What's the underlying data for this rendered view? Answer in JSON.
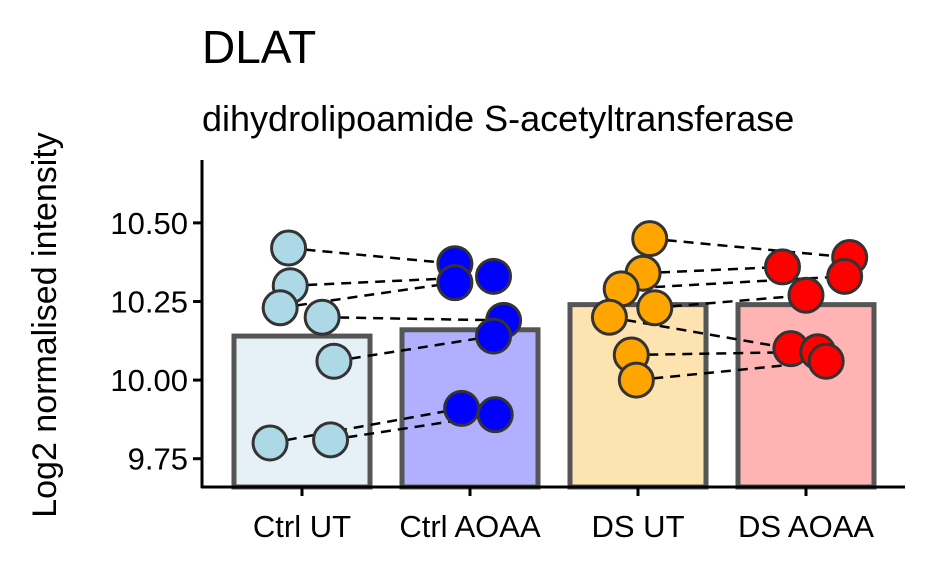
{
  "chart_data": {
    "type": "bar",
    "title": "DLAT",
    "subtitle": "dihydrolipoamide S-acetyltransferase",
    "xlabel": "",
    "ylabel": "Log2 normalised intensity",
    "ylim": [
      9.66,
      10.7
    ],
    "yticks": [
      9.75,
      10.0,
      10.25,
      10.5
    ],
    "ytick_labels": [
      "9.75",
      "10.00",
      "10.25",
      "10.50"
    ],
    "categories": [
      "Ctrl UT",
      "Ctrl AOAA",
      "DS UT",
      "DS AOAA"
    ],
    "values": [
      10.14,
      10.16,
      10.24,
      10.24
    ],
    "bar_fill_colors": [
      "#e6f1f7",
      "#b0b0ff",
      "#fde3b0",
      "#ffb3b3"
    ],
    "point_colors": [
      "#add8e6",
      "#0000ff",
      "#ffa500",
      "#ff0000"
    ],
    "bar_outline_color": "#555555",
    "points": [
      [
        10.42,
        10.3,
        10.23,
        10.2,
        10.06,
        9.8,
        9.81
      ],
      [
        10.37,
        10.31,
        10.33,
        10.19,
        10.14,
        9.91,
        9.89
      ],
      [
        10.45,
        10.34,
        10.29,
        10.23,
        10.2,
        10.08,
        10.0
      ],
      [
        10.36,
        10.39,
        10.33,
        10.27,
        10.1,
        10.09,
        10.06
      ]
    ],
    "point_jitter": [
      [
        -0.08,
        -0.07,
        -0.13,
        0.12,
        0.19,
        -0.19,
        0.17
      ],
      [
        -0.09,
        -0.09,
        0.14,
        0.2,
        0.14,
        -0.05,
        0.15
      ],
      [
        0.07,
        0.03,
        -0.1,
        0.1,
        -0.17,
        -0.04,
        -0.01
      ],
      [
        -0.14,
        0.26,
        0.23,
        0.0,
        -0.09,
        0.07,
        0.12
      ]
    ],
    "pairs": [
      [
        0,
        0,
        1,
        0
      ],
      [
        0,
        1,
        1,
        2
      ],
      [
        0,
        2,
        1,
        1
      ],
      [
        0,
        3,
        1,
        3
      ],
      [
        0,
        4,
        1,
        4
      ],
      [
        0,
        5,
        1,
        5
      ],
      [
        0,
        6,
        1,
        6
      ],
      [
        2,
        0,
        3,
        1
      ],
      [
        2,
        1,
        3,
        0
      ],
      [
        2,
        2,
        3,
        2
      ],
      [
        2,
        3,
        3,
        3
      ],
      [
        2,
        4,
        3,
        4
      ],
      [
        2,
        5,
        3,
        5
      ],
      [
        2,
        6,
        3,
        6
      ]
    ],
    "grid": false,
    "legend": "none"
  }
}
